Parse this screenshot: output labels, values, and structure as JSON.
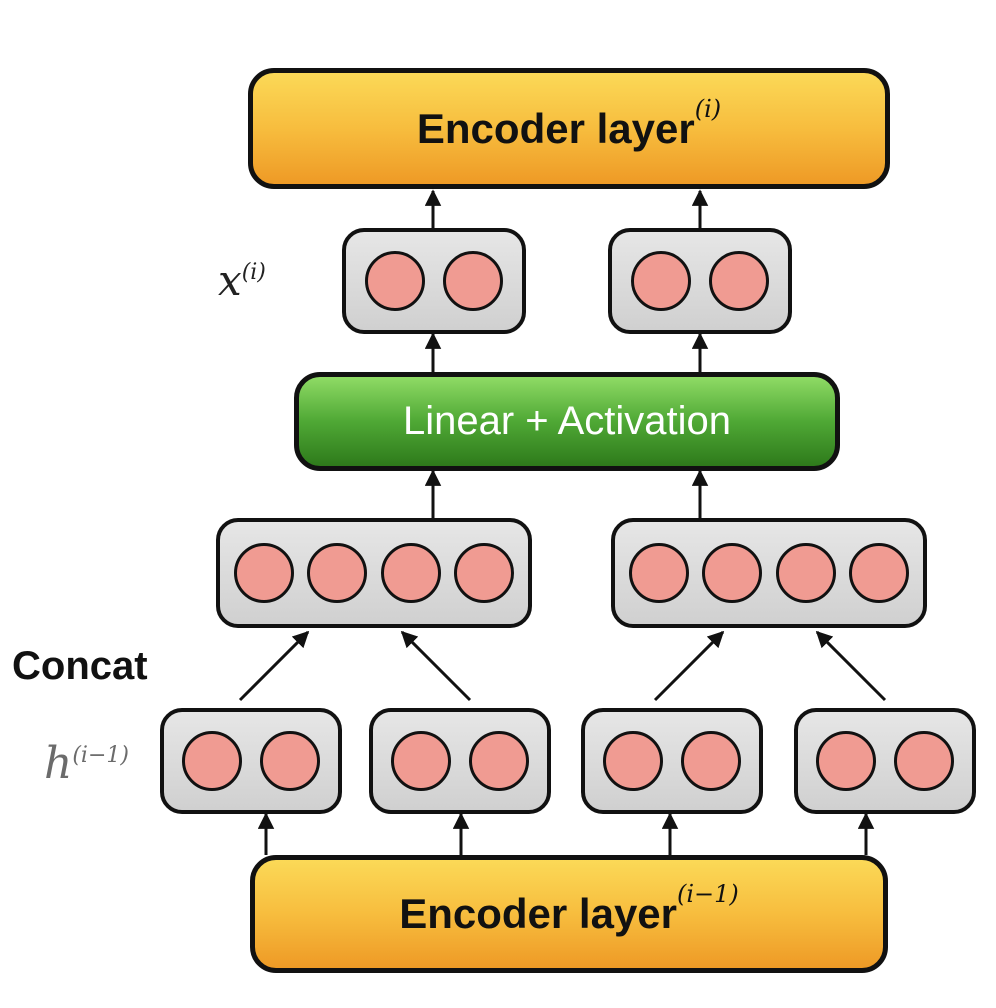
{
  "encoder_top": {
    "label": "Encoder layer",
    "superscript": "(i)"
  },
  "encoder_bottom": {
    "label": "Encoder layer",
    "superscript": "(i−1)"
  },
  "linear_block": {
    "label": "Linear + Activation"
  },
  "x_label": {
    "symbol": "x",
    "superscript": "(i)"
  },
  "h_label": {
    "symbol": "h",
    "superscript": "(i−1)"
  },
  "concat_label": "Concat",
  "colors": {
    "encoder_fill": "#f7bd3e",
    "linear_fill": "#4fa835",
    "vector_fill": "#d9d9d9",
    "node_fill": "#f09b92",
    "outline": "#111111"
  },
  "vectors": {
    "x_vectors": [
      {
        "nodes": 2
      },
      {
        "nodes": 2
      }
    ],
    "concat_vectors": [
      {
        "nodes": 4
      },
      {
        "nodes": 4
      }
    ],
    "h_vectors": [
      {
        "nodes": 2
      },
      {
        "nodes": 2
      },
      {
        "nodes": 2
      },
      {
        "nodes": 2
      }
    ]
  }
}
